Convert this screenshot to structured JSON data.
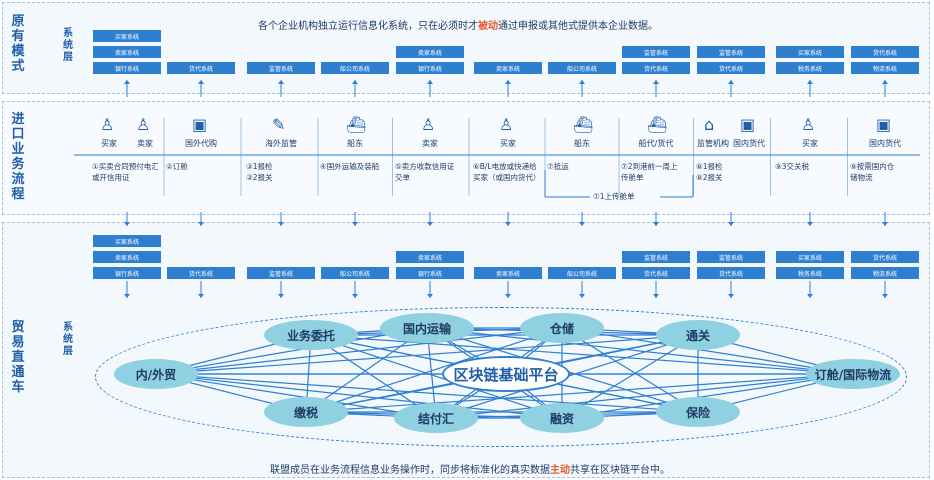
{
  "sections": {
    "original": {
      "title": "原有模式",
      "side": "系统层",
      "banner_prefix": "各个企业机构独立运行信息化系统，只在必须时才",
      "banner_em": "被动",
      "banner_suffix": "通过申报或其他式提供本企业数据。"
    },
    "process": {
      "title": "进口业务流程"
    },
    "trade": {
      "title": "贸易直通车",
      "side": "系统层",
      "footer_prefix": "联盟成员在业务流程信息业务操作时，同步将标准化的真实数据",
      "footer_em": "主动",
      "footer_suffix": "共享在区块链平台中。"
    }
  },
  "system_columns": [
    [
      "买家系统",
      "卖家系统",
      "银行系统"
    ],
    [
      "货代系统"
    ],
    [
      "监管系统"
    ],
    [
      "船公司系统"
    ],
    [
      "卖家系统",
      "银行系统"
    ],
    [
      "卖家系统"
    ],
    [
      "船公司系统"
    ],
    [
      "监管系统",
      "货代系统"
    ],
    [
      "监管系统",
      "货代系统"
    ],
    [
      "买家系统",
      "税务系统"
    ],
    [
      "货代系统",
      "物流系统"
    ]
  ],
  "process_columns": [
    {
      "labels": [
        "买家",
        "卖家"
      ],
      "step": "①买卖合同预付电汇\n或开信用证"
    },
    {
      "labels": [
        "国外代购"
      ],
      "step": "②订舱"
    },
    {
      "labels": [
        "海外监管"
      ],
      "step": "③1报检\n③2报关"
    },
    {
      "labels": [
        "船东"
      ],
      "step": "④国外运输及装船"
    },
    {
      "labels": [
        "卖家"
      ],
      "step": "⑤卖方收款信用证\n交单"
    },
    {
      "labels": [
        "买家"
      ],
      "step": "⑥B/L电放或快递给\n买家（或国内货代）"
    },
    {
      "labels": [
        "船东"
      ],
      "step": "⑦抵运"
    },
    {
      "labels": [
        "船代/货代"
      ],
      "step": "⑦2到港前一周上\n传舱单"
    },
    {
      "labels": [
        "监管机构",
        "国内货代"
      ],
      "step": "⑧1报检\n⑧2报关"
    },
    {
      "labels": [
        "买家"
      ],
      "step": "⑨3交关税"
    },
    {
      "labels": [
        "国内货代"
      ],
      "step": "⑨按需国内仓\n储物流"
    }
  ],
  "sub_step": "⑦1上传舱单",
  "platform": {
    "center": "区块链基础平台",
    "nodes": [
      "业务委托",
      "国内运输",
      "仓储",
      "通关",
      "内/外贸",
      "订舱/国际物流",
      "缴税",
      "结付汇",
      "融资",
      "保险"
    ]
  }
}
